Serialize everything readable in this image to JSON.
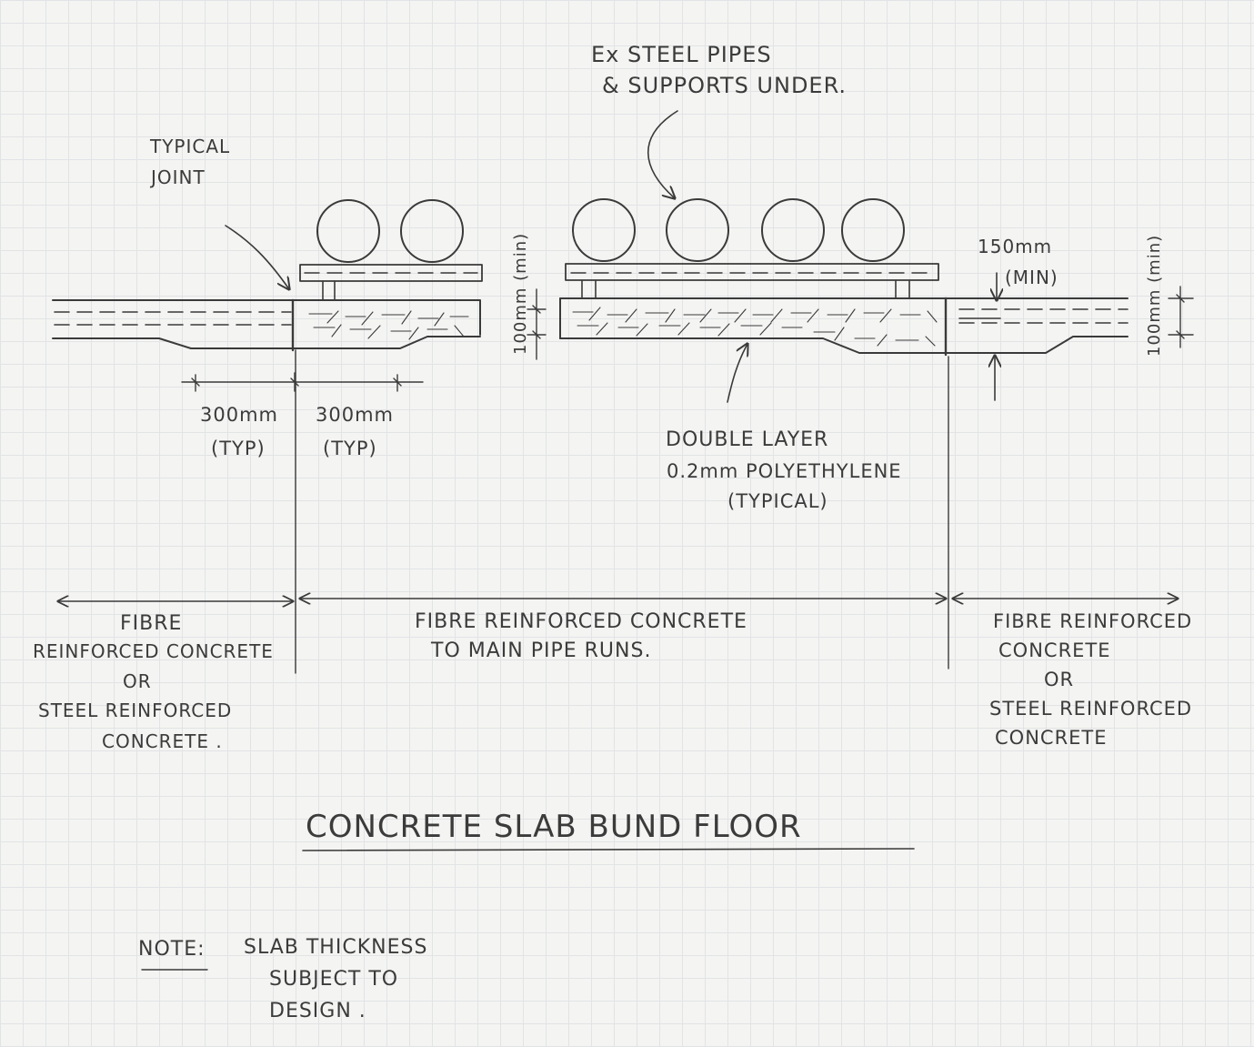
{
  "title": "CONCRETE SLAB BUND FLOOR",
  "labels": {
    "pipes_line1": "Ex STEEL PIPES",
    "pipes_line2": "& SUPPORTS UNDER.",
    "joint_line1": "TYPICAL",
    "joint_line2": "JOINT",
    "thickness_left": "100mm (min)",
    "thickness_right": "100mm (min)",
    "depth_line1": "150mm",
    "depth_line2": "(MIN)",
    "dim_left_value": "300mm",
    "dim_left_typ": "(TYP)",
    "dim_right_value": "300mm",
    "dim_right_typ": "(TYP)",
    "membrane_line1": "DOUBLE LAYER",
    "membrane_line2": "0.2mm POLYETHYLENE",
    "membrane_line3": "(TYPICAL)"
  },
  "zones": {
    "left": [
      "FIBRE",
      "REINFORCED CONCRETE",
      "OR",
      "STEEL REINFORCED",
      "CONCRETE ."
    ],
    "middle": [
      "FIBRE REINFORCED CONCRETE",
      "TO MAIN PIPE RUNS."
    ],
    "right": [
      "FIBRE REINFORCED",
      "CONCRETE",
      "OR",
      "STEEL REINFORCED",
      "CONCRETE"
    ]
  },
  "note": {
    "label": "NOTE:",
    "line1": "SLAB THICKNESS",
    "line2": "SUBJECT TO",
    "line3": "DESIGN ."
  }
}
